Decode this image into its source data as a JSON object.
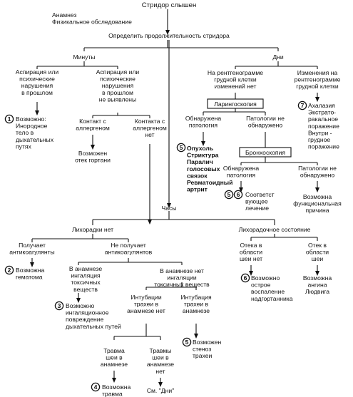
{
  "title": "Стридор слышен",
  "intro": [
    "Анамнез",
    "Физикальное обследование"
  ],
  "determine": "Определить продолжительность стридора",
  "durations": {
    "minutes": "Минуты",
    "days": "Дни",
    "hours": "Часы"
  },
  "minutes": {
    "left_branch": [
      "Аспирация или",
      "психические",
      "нарушения",
      "в прошлом"
    ],
    "left_result": {
      "badge": "1",
      "lines": [
        "Возможно:",
        "Инородное",
        "тело в",
        "дыхательных",
        "путях"
      ]
    },
    "right_branch": [
      "Аспирация или",
      "психические",
      "нарушения",
      "в прошлом",
      "не выявлены"
    ],
    "contact_yes": [
      "Контакт с",
      "аллергеном"
    ],
    "contact_yes_result": [
      "Возможен",
      "отек гортани"
    ],
    "contact_no": [
      "Контакта с",
      "аллергеном",
      "нет"
    ]
  },
  "days": {
    "xray_normal": [
      "На рентгенограмме",
      "грудной клетки",
      "изменений нет"
    ],
    "laryngoscopy": "Ларингоскопия",
    "pathology_found": [
      "Обнаружена",
      "патология"
    ],
    "pathology_found_result": {
      "badge": "5",
      "lines": [
        "Опухоль",
        "Стриктура",
        "Паралич",
        "голосовых",
        "связок",
        "Ревматоидный",
        "артрит"
      ]
    },
    "pathology_not_found": [
      "Патологии не",
      "обнаружено"
    ],
    "bronchoscopy": "Бронхоскопия",
    "broncho_found": [
      "Обнаружена",
      "патология"
    ],
    "broncho_found_result": {
      "badges": [
        "5",
        "6"
      ],
      "lines": [
        "Соответст",
        "вующее",
        "лечение"
      ]
    },
    "broncho_not_found": [
      "Патологии не",
      "обнаружено"
    ],
    "broncho_not_found_result": [
      "Возможна",
      "функциональная",
      "причина"
    ],
    "xray_changes": [
      "Изменения на",
      "рентгенограмме",
      "грудной клетки"
    ],
    "xray_changes_result": {
      "badge": "7",
      "lines": [
        "Ахалазия",
        "Экстрато-",
        "ракальное",
        "поражение",
        "Внутри -",
        "грудное",
        "поражение"
      ]
    }
  },
  "hours": {
    "no_fever": "Лихорадки нет",
    "fever": "Лихорадочное состояние",
    "anticoag_yes": [
      "Получает",
      "антикоагулянты"
    ],
    "anticoag_yes_result": {
      "badge": "2",
      "lines": [
        "Возможна",
        "гематома"
      ]
    },
    "anticoag_no": [
      "Не получает",
      "антикоагулянтов"
    ],
    "inhalation_yes": [
      "В анамнезе",
      "ингаляция",
      "токсичных",
      "веществ"
    ],
    "inhalation_yes_result": {
      "badge": "3",
      "lines": [
        "Возможно",
        "ингаляционное",
        "повреждение",
        "дыхательных путей"
      ]
    },
    "inhalation_no": [
      "В анамнезе нет",
      "ингаляции",
      "токсичных веществ"
    ],
    "intubation_no": [
      "Интубации",
      "трахеи в",
      "анамнезе нет"
    ],
    "trauma_yes": [
      "Травма",
      "шеи в",
      "анамнезе"
    ],
    "trauma_yes_result": {
      "badge": "4",
      "lines": [
        "Возможна",
        "травма"
      ]
    },
    "trauma_no": [
      "Травмы",
      "шеи в",
      "анамнезе",
      "нет"
    ],
    "trauma_no_result": "См. \"Дни\"",
    "intubation_yes": [
      "Интубация",
      "трахеи в",
      "анамнезе"
    ],
    "intubation_yes_result": {
      "badge": "5",
      "lines": [
        "Возможен",
        "стеноз",
        "трахеи"
      ]
    },
    "swelling_no": [
      "Отека в",
      "области",
      "шеи нет"
    ],
    "swelling_no_result": {
      "badge": "6",
      "lines": [
        "Возможно",
        "острое",
        "воспаление",
        "надгортанника"
      ]
    },
    "swelling_yes": [
      "Отек в",
      "области",
      "шеи"
    ],
    "swelling_yes_result": [
      "Возможна",
      "ангина",
      "Людвига"
    ]
  }
}
